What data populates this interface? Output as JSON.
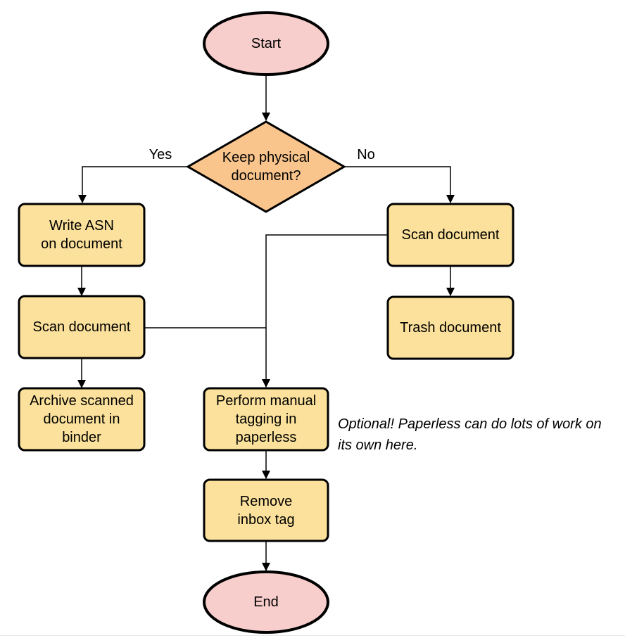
{
  "diagram": {
    "nodes": {
      "start": {
        "label": "Start"
      },
      "decision": {
        "label": "Keep physical\ndocument?"
      },
      "write_asn": {
        "label": "Write ASN\non document"
      },
      "scan_left": {
        "label": "Scan document"
      },
      "archive": {
        "label": "Archive scanned\ndocument in\nbinder"
      },
      "scan_right": {
        "label": "Scan document"
      },
      "trash": {
        "label": "Trash document"
      },
      "tagging": {
        "label": "Perform manual\ntagging in\npaperless"
      },
      "remove_inbox": {
        "label": "Remove\ninbox tag"
      },
      "end": {
        "label": "End"
      }
    },
    "edge_labels": {
      "yes": "Yes",
      "no": "No"
    },
    "annotation": "Optional! Paperless can do lots of work on\nits own here.",
    "colors": {
      "terminal_fill": "#f8cecc",
      "decision_fill": "#fac58d",
      "process_fill": "#fbe19b",
      "stroke": "#000000"
    }
  }
}
